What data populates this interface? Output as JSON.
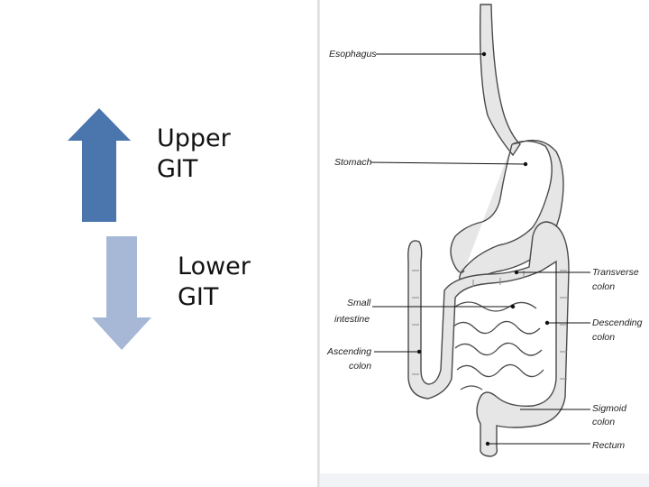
{
  "slide": {
    "upper_label": "Upper\nGIT",
    "lower_label": "Lower\nGIT"
  },
  "colors": {
    "upper_arrow": "#4a76ad",
    "lower_arrow": "#a7b8d6",
    "organ_fill": "#e6e6e6",
    "organ_stroke": "#4a4a4a"
  },
  "diagram": {
    "labels": {
      "esophagus": "Esophagus",
      "stomach": "Stomach",
      "small_intestine_1": "Small",
      "small_intestine_2": "intestine",
      "ascending_1": "Ascending",
      "ascending_2": "colon",
      "transverse_1": "Transverse",
      "transverse_2": "colon",
      "descending_1": "Descending",
      "descending_2": "colon",
      "sigmoid_1": "Sigmoid",
      "sigmoid_2": "colon",
      "rectum": "Rectum"
    }
  }
}
